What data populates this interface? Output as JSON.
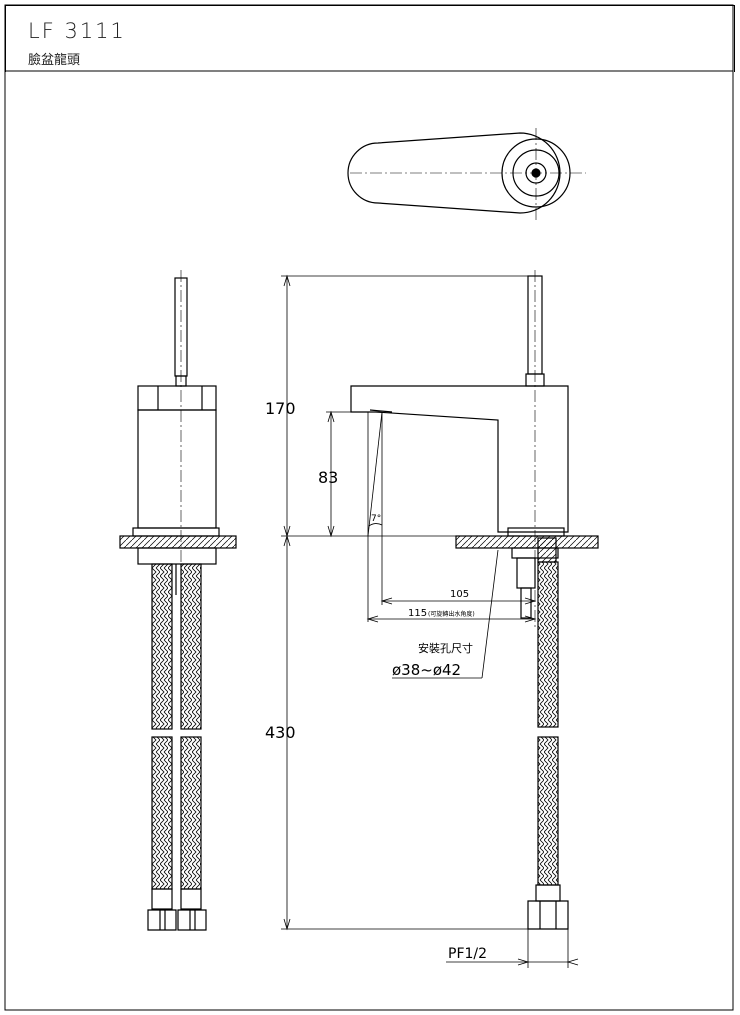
{
  "header": {
    "model": "LF 3111",
    "product_name": "臉盆龍頭"
  },
  "dimensions": {
    "height_total": "170",
    "spout_height": "83",
    "hose_length": "430",
    "reach_105": "105",
    "reach_115": "115",
    "reach_115_note": "(可旋轉出水角度)",
    "angle": "7°",
    "hole_label": "安裝孔尺寸",
    "hole_size": "ø38~ø42",
    "thread": "PF1/2"
  }
}
